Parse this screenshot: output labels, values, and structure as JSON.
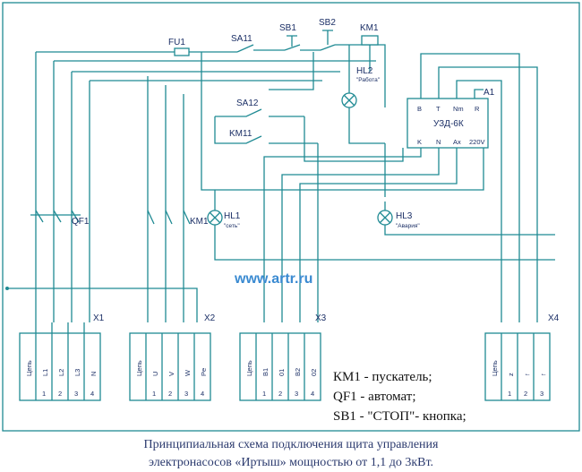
{
  "labels": {
    "fu1": "FU1",
    "sa11": "SA11",
    "sb1": "SB1",
    "sb2": "SB2",
    "km1_coil": "KM1",
    "hl2": "HL2",
    "hl2_sub": "\"Работа\"",
    "a1": "A1",
    "sa12": "SA12",
    "km11": "KM11",
    "qf1": "QF1",
    "km1_main": "KM1",
    "hl1": "HL1",
    "hl1_sub": "\"сеть\"",
    "hl3": "HL3",
    "hl3_sub": "\"Авария\""
  },
  "uzd": {
    "title": "УЗД-6К",
    "top_pins": [
      "B",
      "T",
      "Nm",
      "R"
    ],
    "bottom_pins": [
      "K",
      "N",
      "Ax",
      "220V"
    ]
  },
  "watermark": "www.artr.ru",
  "terminals": [
    {
      "name": "X1",
      "labels": [
        "Цепь",
        "L1",
        "L2",
        "L3",
        "N"
      ],
      "numbers": [
        "",
        "1",
        "2",
        "3",
        "4"
      ]
    },
    {
      "name": "X2",
      "labels": [
        "Цепь",
        "U",
        "V",
        "W",
        "Pe"
      ],
      "numbers": [
        "",
        "1",
        "2",
        "3",
        "4"
      ]
    },
    {
      "name": "X3",
      "labels": [
        "Цепь",
        "B1",
        "01",
        "B2",
        "02"
      ],
      "numbers": [
        "",
        "1",
        "2",
        "3",
        "4"
      ]
    },
    {
      "name": "X4",
      "labels": [
        "Цепь",
        "z",
        "↑",
        "↑"
      ],
      "numbers": [
        "",
        "1",
        "2",
        "3"
      ]
    }
  ],
  "legend": [
    "КМ1 - пускатель;",
    "QF1 - автомат;",
    "SB1 - \"СТОП\"- кнопка;"
  ],
  "caption": [
    "Принципиальная схема подключения щита управления",
    "электронасосов «Иртыш» мощностью от 1,1 до 3кВт."
  ],
  "colors": {
    "wire": "#1f8a93",
    "text": "#1b2f66",
    "watermark": "#3a8ad1"
  }
}
